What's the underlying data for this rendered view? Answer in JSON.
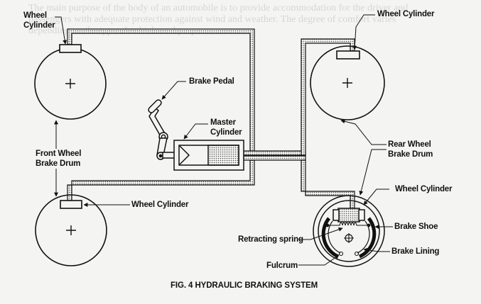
{
  "page": {
    "background_text": [
      "The main purpose of the body of an automobile is to provide accommodation for the driver and",
      "passengers with adequate protection against wind and weather. The degree of comfort varies",
      "depending on the type of vehicle and purpose."
    ]
  },
  "figure": {
    "caption": "FIG. 4  HYDRAULIC BRAKING SYSTEM",
    "labels": {
      "wheel_cylinder_top_left": [
        "Wheel",
        "Cylinder"
      ],
      "wheel_cylinder_top_right": "Wheel Cylinder",
      "brake_pedal": "Brake Pedal",
      "master_cylinder": [
        "Master",
        "Cylinder"
      ],
      "front_wheel_brake_drum": [
        "Front Wheel",
        "Brake Drum"
      ],
      "wheel_cylinder_bottom_left": "Wheel Cylinder",
      "rear_wheel_brake_drum": [
        "Rear Wheel",
        "Brake Drum"
      ],
      "wheel_cylinder_rear_detail": "Wheel Cylinder",
      "brake_shoe": "Brake Shoe",
      "retracting_spring": "Retracting spring",
      "brake_lining": "Brake Lining",
      "fulcrum": "Fulcrum"
    },
    "colors": {
      "line": "#111111",
      "fluid": "#9a9a9a",
      "paper": "#f4f4f2"
    }
  }
}
